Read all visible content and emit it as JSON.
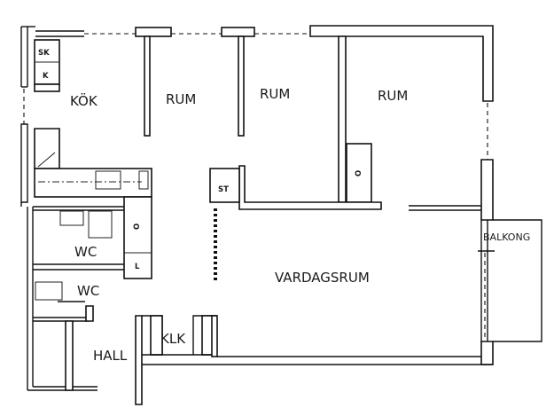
{
  "plan": {
    "rooms": {
      "kok": "KÖK",
      "rum1": "RUM",
      "rum2": "RUM",
      "rum3": "RUM",
      "wc1": "WC",
      "wc2": "WC",
      "hall": "HALL",
      "klk": "KLK",
      "vardagsrum": "VARDAGSRUM",
      "balkong": "BALKONG"
    },
    "fixtures": {
      "sk": "SK",
      "k": "K",
      "st": "ST",
      "wardrobe_o_rum3": "O",
      "wardrobe_o_wc": "O",
      "wardrobe_l": "L"
    }
  }
}
